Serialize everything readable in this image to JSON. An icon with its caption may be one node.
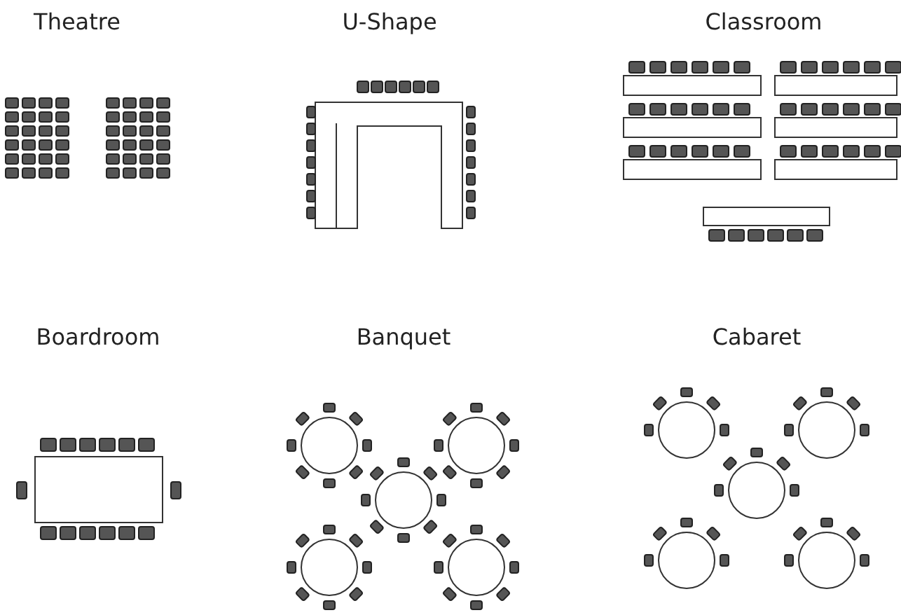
{
  "diagram": {
    "labels": [
      "Theatre",
      "U-Shape",
      "Classroom",
      "Boardroom",
      "Banquet",
      "Cabaret"
    ]
  }
}
